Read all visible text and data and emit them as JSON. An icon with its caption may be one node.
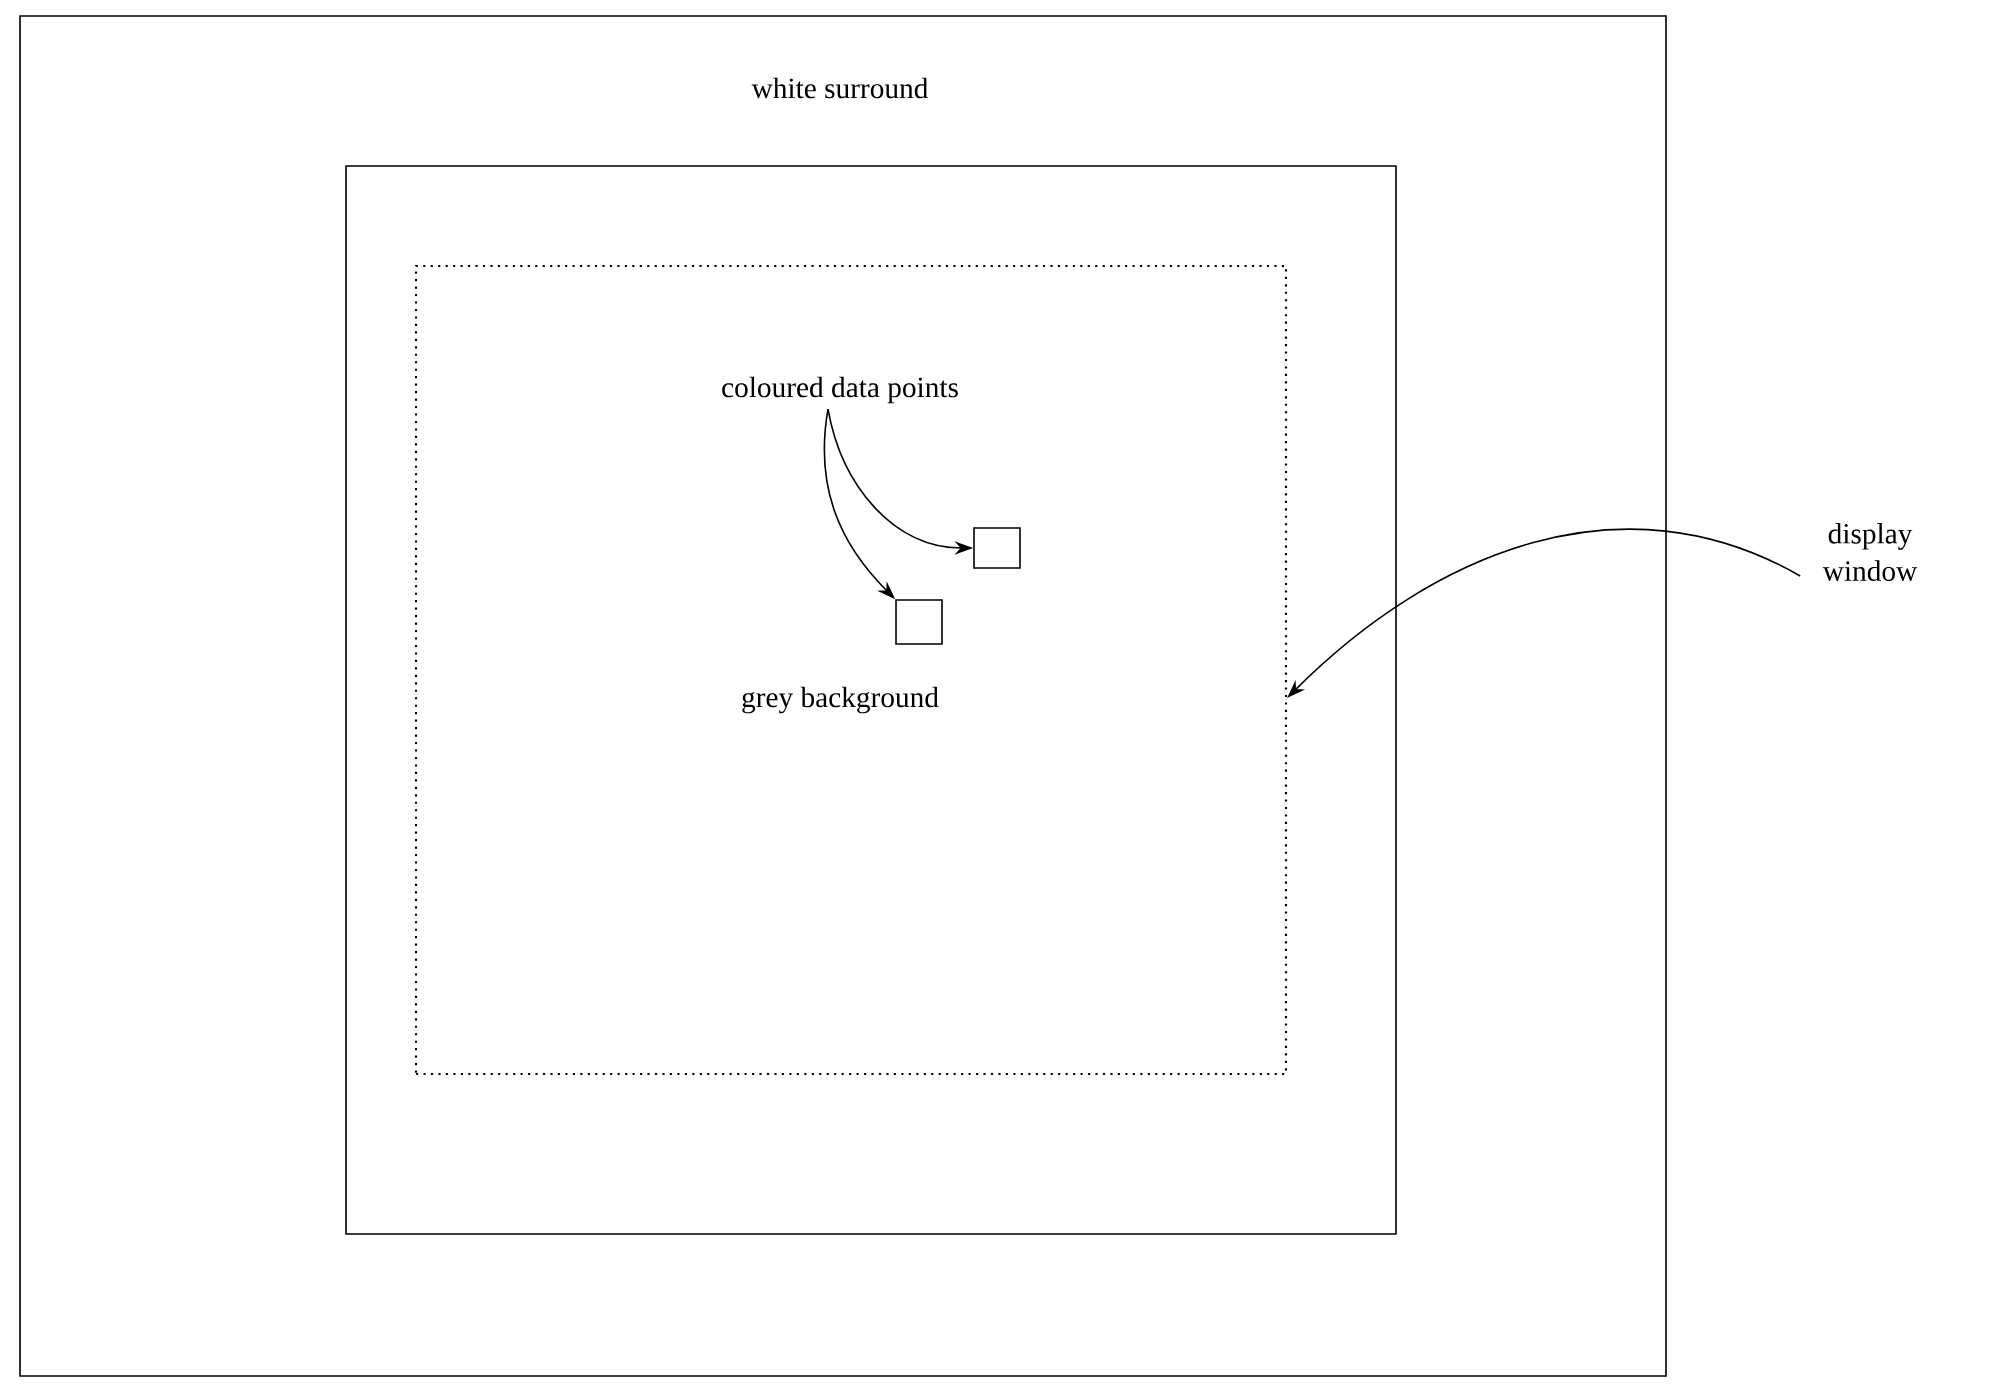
{
  "diagram": {
    "nodes": [
      {
        "text": [
          "white surround"
        ]
      },
      {
        "text": [],
        "shape": "box",
        "in": 0
      },
      {
        "text": [],
        "shape": "box",
        "in": 1
      },
      {
        "text": [
          "coloured data points"
        ],
        "in": 2
      },
      {
        "text": [],
        "shape": "box",
        "in": 2
      },
      {
        "text": [],
        "shape": "box",
        "in": 2
      },
      {
        "text": [
          "display window"
        ]
      }
    ],
    "edges": [
      {
        "from": 3,
        "to": 4,
        "arrow": "to"
      },
      {
        "from": 3,
        "to": 5,
        "arrow": "to"
      },
      {
        "from": 6,
        "to": 2,
        "arrow": "to"
      }
    ],
    "labels": [
      "grey background"
    ]
  }
}
